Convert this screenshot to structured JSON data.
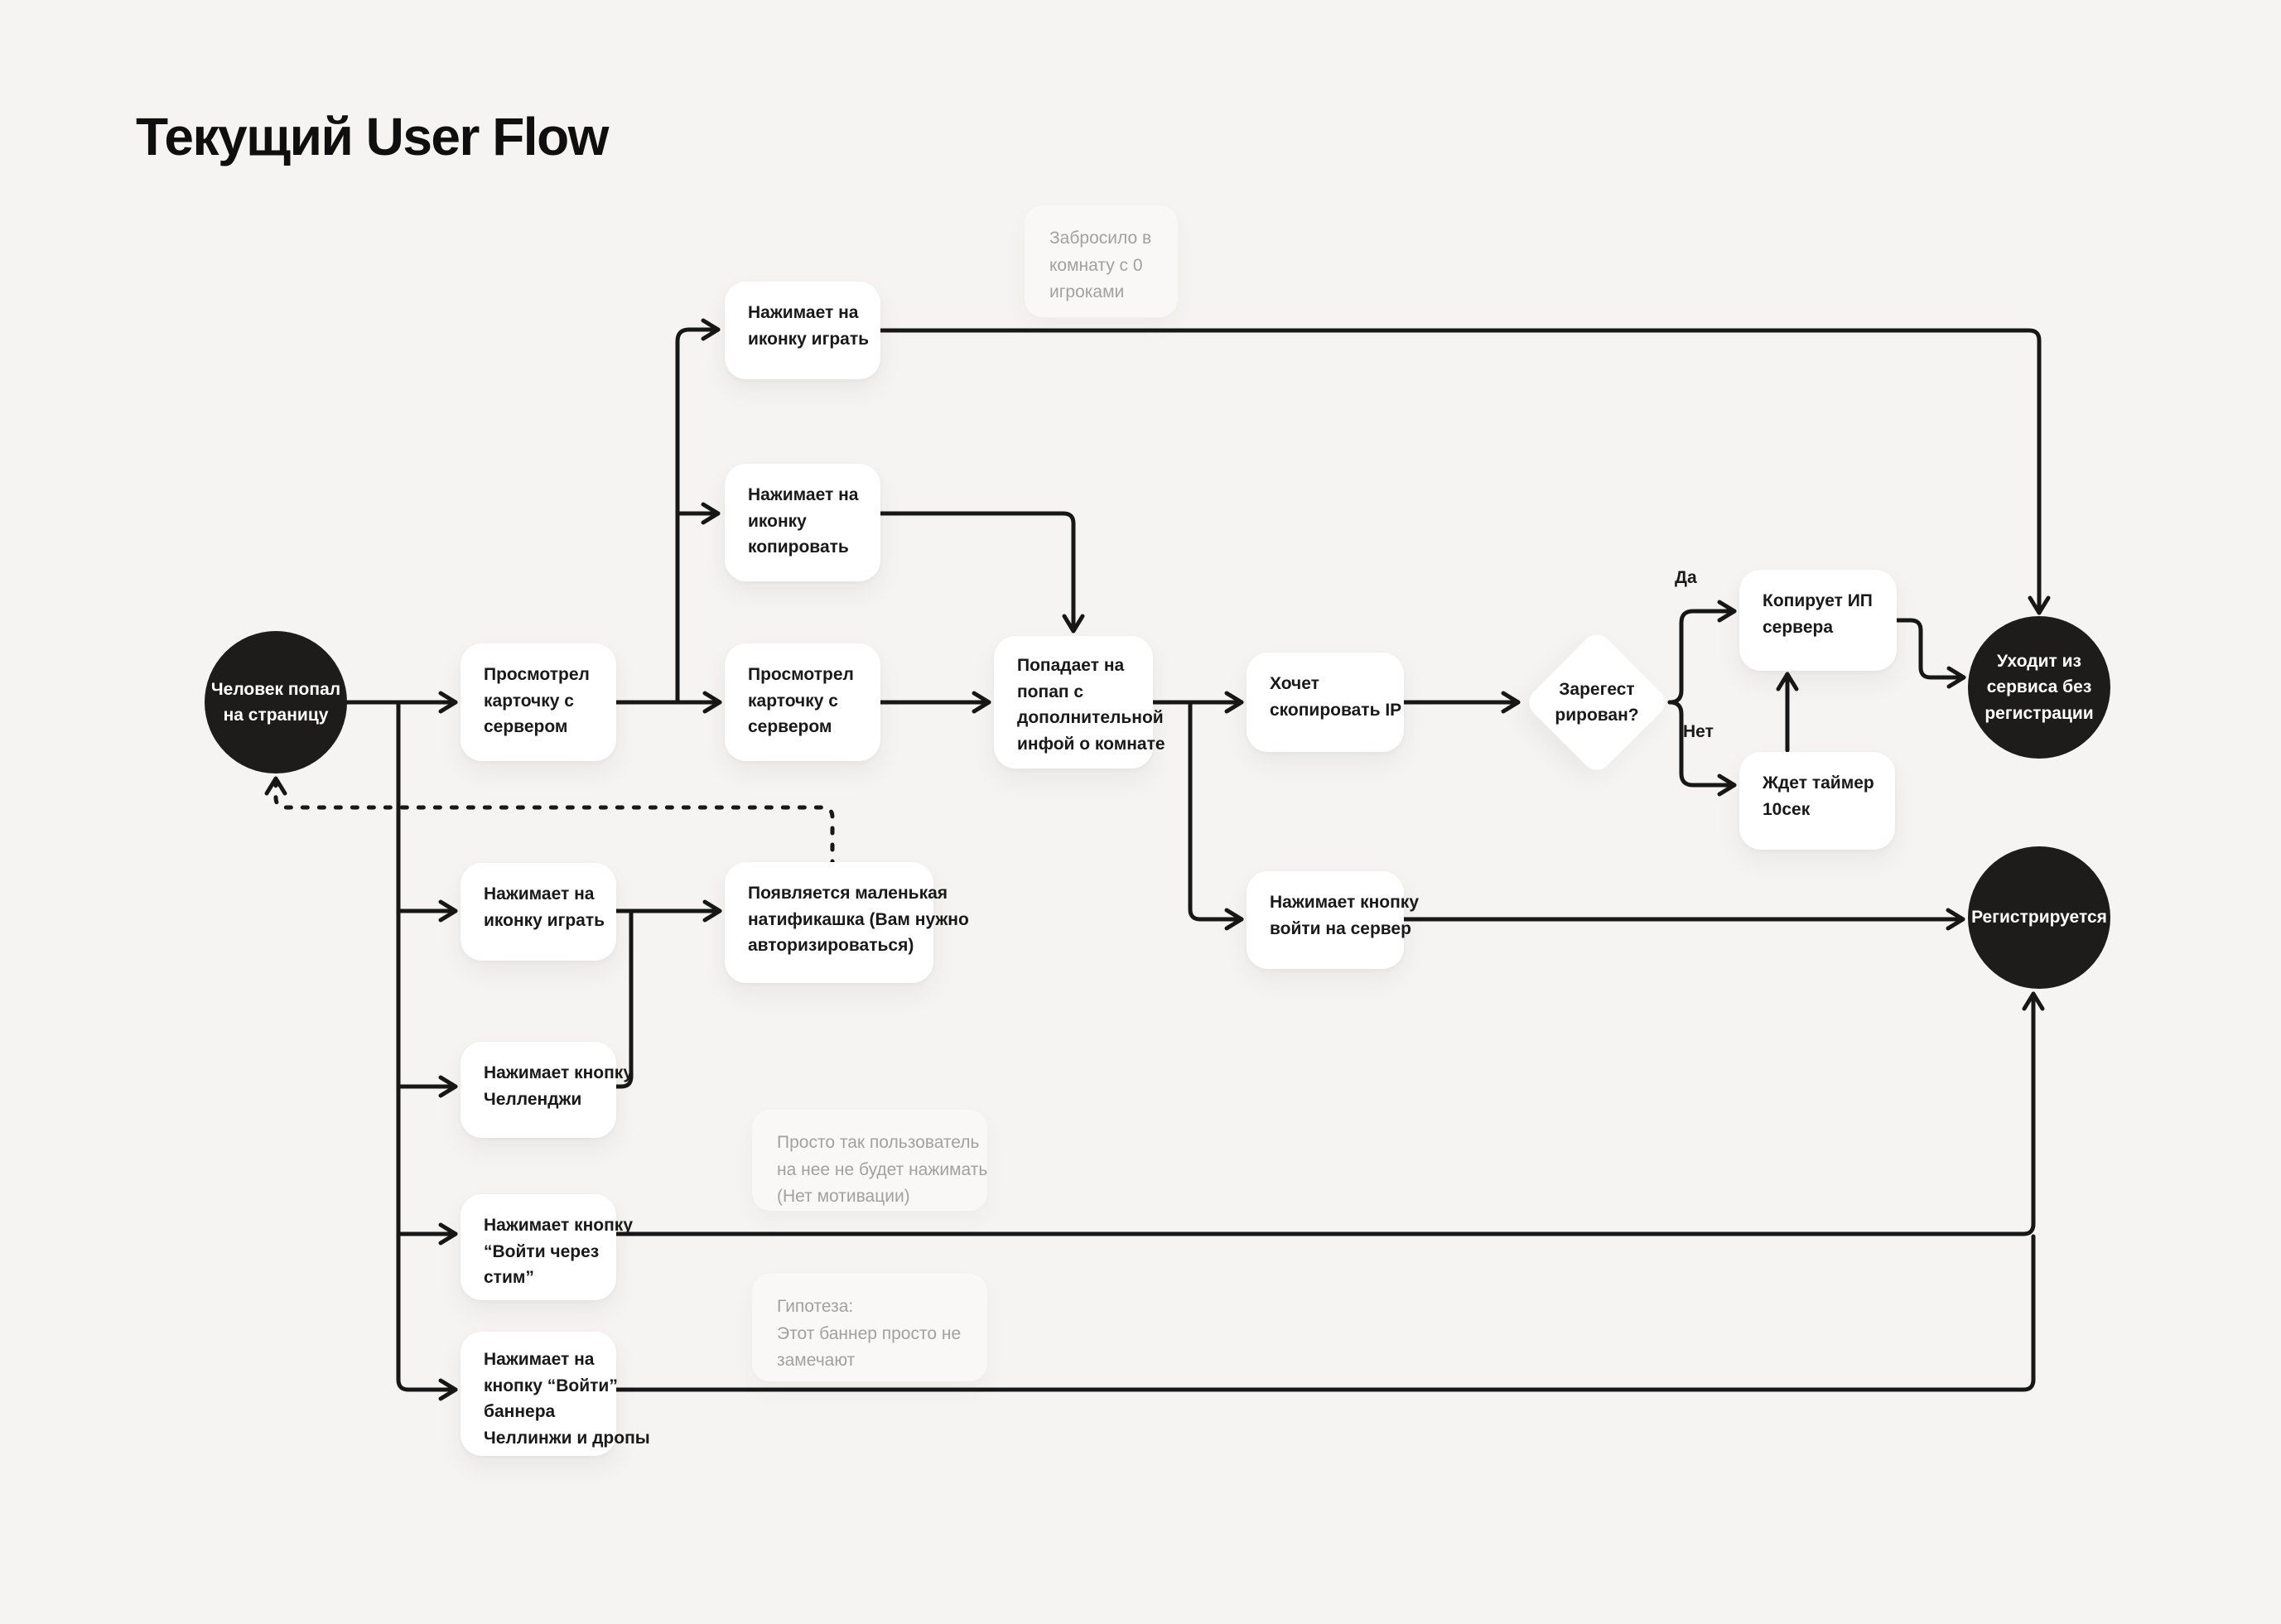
{
  "title": "Текущий User Flow",
  "colors": {
    "background": "#f5f4f2",
    "node_fill": "#ffffff",
    "terminal_fill": "#1d1c1a",
    "line": "#171717",
    "note_fill": "#f9f8f6",
    "note_text": "#a3a19e"
  },
  "nodes": {
    "start": {
      "type": "terminal",
      "label": "Человек попал\nна страницу"
    },
    "viewed_card_1": {
      "type": "step",
      "label": "Просмотрел\nкарточку с\nсервером"
    },
    "click_play_top": {
      "type": "step",
      "label": "Нажимает на\nиконку играть"
    },
    "click_copy": {
      "type": "step",
      "label": "Нажимает на\nиконку\nкопировать"
    },
    "viewed_card_2": {
      "type": "step",
      "label": "Просмотрел\nкарточку с\nсервером"
    },
    "popup_info": {
      "type": "step",
      "label": "Попадает на\nпопап с\nдополнительной\nинфой о комнате"
    },
    "want_copy_ip": {
      "type": "step",
      "label": "Хочет\nскопировать IP"
    },
    "registered_q": {
      "type": "decision",
      "label": "Зарегест\nрирован?"
    },
    "copies_ip": {
      "type": "step",
      "label": "Копирует ИП\nсервера"
    },
    "wait_timer": {
      "type": "step",
      "label": "Ждет таймер\n10сек"
    },
    "exit_no_reg": {
      "type": "terminal",
      "label": "Уходит из\nсервиса без\nрегистрации"
    },
    "registers": {
      "type": "terminal",
      "label": "Регистрируется"
    },
    "click_play_2": {
      "type": "step",
      "label": "Нажимает на\nиконку играть"
    },
    "notification": {
      "type": "step",
      "label": "Появляется маленькая\nнатификашка (Вам нужно\nавторизироваться)"
    },
    "click_challenge": {
      "type": "step",
      "label": "Нажимает кнопку\nЧелленджи"
    },
    "click_join_server": {
      "type": "step",
      "label": "Нажимает кнопку\nвойти на сервер"
    },
    "click_steam_login": {
      "type": "step",
      "label": "Нажимает кнопку\n“Войти через\nстим”"
    },
    "click_banner_login": {
      "type": "step",
      "label": "Нажимает на\nкнопку “Войти”\nбаннера\nЧеллинжи и дропы"
    }
  },
  "notes": {
    "empty_room": {
      "label": "Забросило в\nкомнату с 0\nигроками"
    },
    "no_motivation": {
      "label": "Просто так пользователь\nна нее не будет нажимать\n(Нет мотивации)"
    },
    "hypothesis": {
      "label": "Гипотеза:\nЭтот баннер просто не\nзамечают"
    }
  },
  "edge_labels": {
    "yes": "Да",
    "no": "Нет"
  }
}
